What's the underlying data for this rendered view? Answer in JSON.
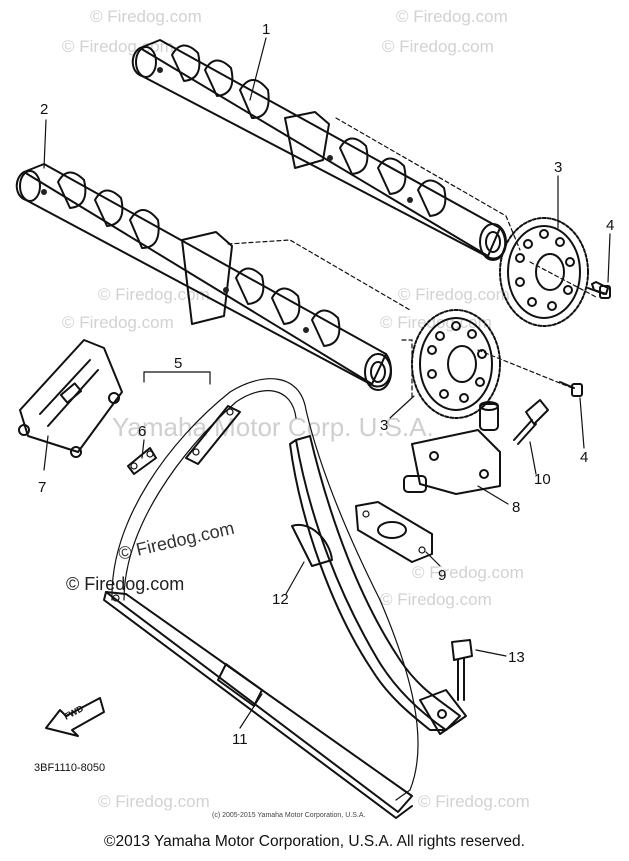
{
  "watermark": {
    "text": "© Firedog.com"
  },
  "center_watermark": "Yamaha Motor Corp. U.S.A.",
  "parts": [
    {
      "id": "camshaft-1",
      "number": "1"
    },
    {
      "id": "camshaft-2",
      "number": "2"
    },
    {
      "id": "sprocket-upper",
      "number": "3"
    },
    {
      "id": "sprocket-lower",
      "number": "3"
    },
    {
      "id": "bolt-upper",
      "number": "4"
    },
    {
      "id": "bolt-lower",
      "number": "4"
    },
    {
      "id": "chain-link-group",
      "number": "5"
    },
    {
      "id": "chain-joint",
      "number": "6"
    },
    {
      "id": "bracket",
      "number": "7"
    },
    {
      "id": "tensioner",
      "number": "8"
    },
    {
      "id": "gasket",
      "number": "9"
    },
    {
      "id": "tensioner-bolt",
      "number": "10"
    },
    {
      "id": "chain-guide-intake",
      "number": "11"
    },
    {
      "id": "chain-guide-exhaust",
      "number": "12"
    },
    {
      "id": "guide-bolt",
      "number": "13"
    }
  ],
  "fwd_label": "FWD",
  "diagram_code": "3BF1110-8050",
  "small_copyright": "(c) 2005-2015 Yamaha Motor Corporation, U.S.A.",
  "copyright": "©2013 Yamaha Motor Corporation, U.S.A. All rights reserved."
}
